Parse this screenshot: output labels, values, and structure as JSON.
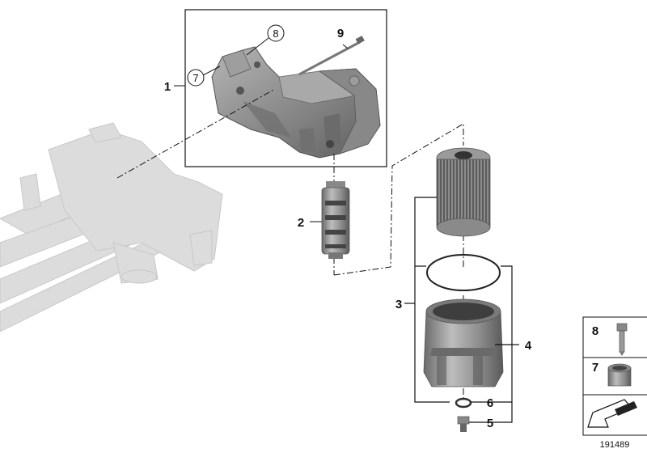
{
  "diagram": {
    "callouts": {
      "c1": "1",
      "c2": "2",
      "c3": "3",
      "c4": "4",
      "c5": "5",
      "c6": "6",
      "c7": "7",
      "c8": "8",
      "c9": "9"
    },
    "legend": {
      "item8": "8",
      "item7": "7"
    },
    "diagram_number": "191489"
  },
  "colors": {
    "line": "#111111",
    "ghost": "#d6d6d6",
    "part_dark": "#7a7a7a",
    "part_mid": "#9a9a9a"
  },
  "icons": [
    "bolt-icon",
    "sleeve-icon",
    "arrow-icon",
    "oil-filter-housing-icon",
    "filter-cartridge-icon",
    "filter-cap-icon",
    "seal-ring-icon",
    "drain-plug-icon",
    "bypass-valve-icon",
    "engine-block-ghost-icon"
  ]
}
